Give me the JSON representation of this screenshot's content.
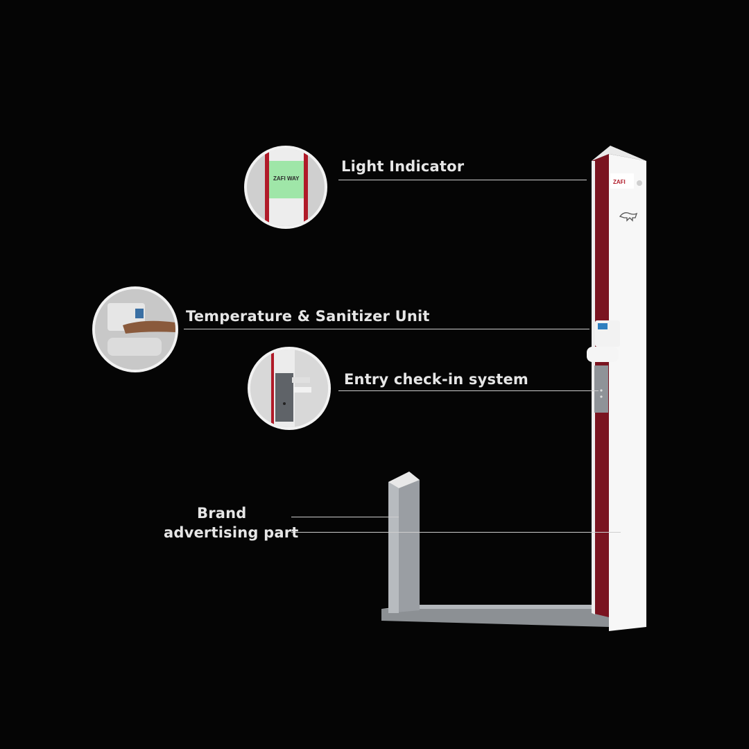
{
  "callouts": {
    "light_indicator": "Light Indicator",
    "temperature_unit": "Temperature  & Sanitizer Unit",
    "entry_checkin": "Entry check-in system",
    "brand_line1": "Brand",
    "brand_line2": "advertising part"
  },
  "device": {
    "screen_brand": "ZAFI WAY",
    "panel_brand": "ZAFI"
  },
  "colors": {
    "background": "#050505",
    "frame_white": "#f7f7f7",
    "accent_red": "#7a1420",
    "post_grey": "#9a9ea3",
    "screen_green": "#9fe6a8"
  }
}
